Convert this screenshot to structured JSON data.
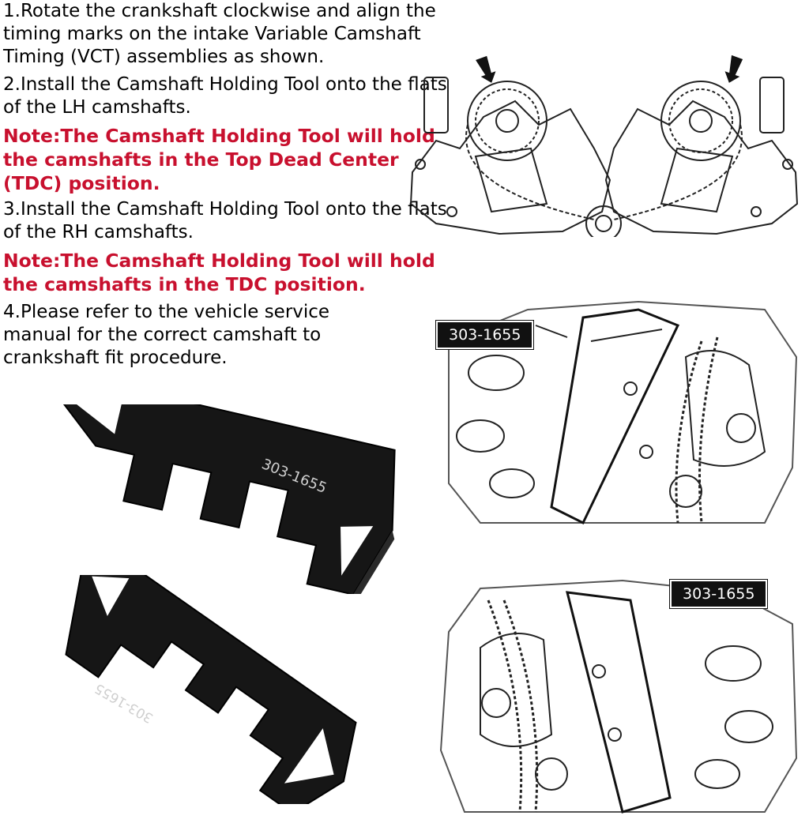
{
  "steps": [
    "1.Rotate the crankshaft clockwise and align the timing marks on the intake Variable Camshaft Timing (VCT) assemblies as shown.",
    "2.Install the Camshaft Holding Tool onto the flats of the LH camshafts.",
    "3.Install the Camshaft Holding Tool onto the flats of the RH camshafts.",
    "4.Please refer to the vehicle service manual for the correct camshaft to crankshaft fit procedure."
  ],
  "notes": [
    "Note:The Camshaft Holding Tool will hold the camshafts in the Top Dead Center (TDC) position.",
    "Note:The Camshaft Holding Tool will hold the camshafts in the TDC position."
  ],
  "part_number": "303-1655",
  "colors": {
    "note": "#c8102e",
    "tool": "#161616",
    "label_bg": "#111111"
  },
  "icons": [
    "timing-arrow-icon"
  ]
}
